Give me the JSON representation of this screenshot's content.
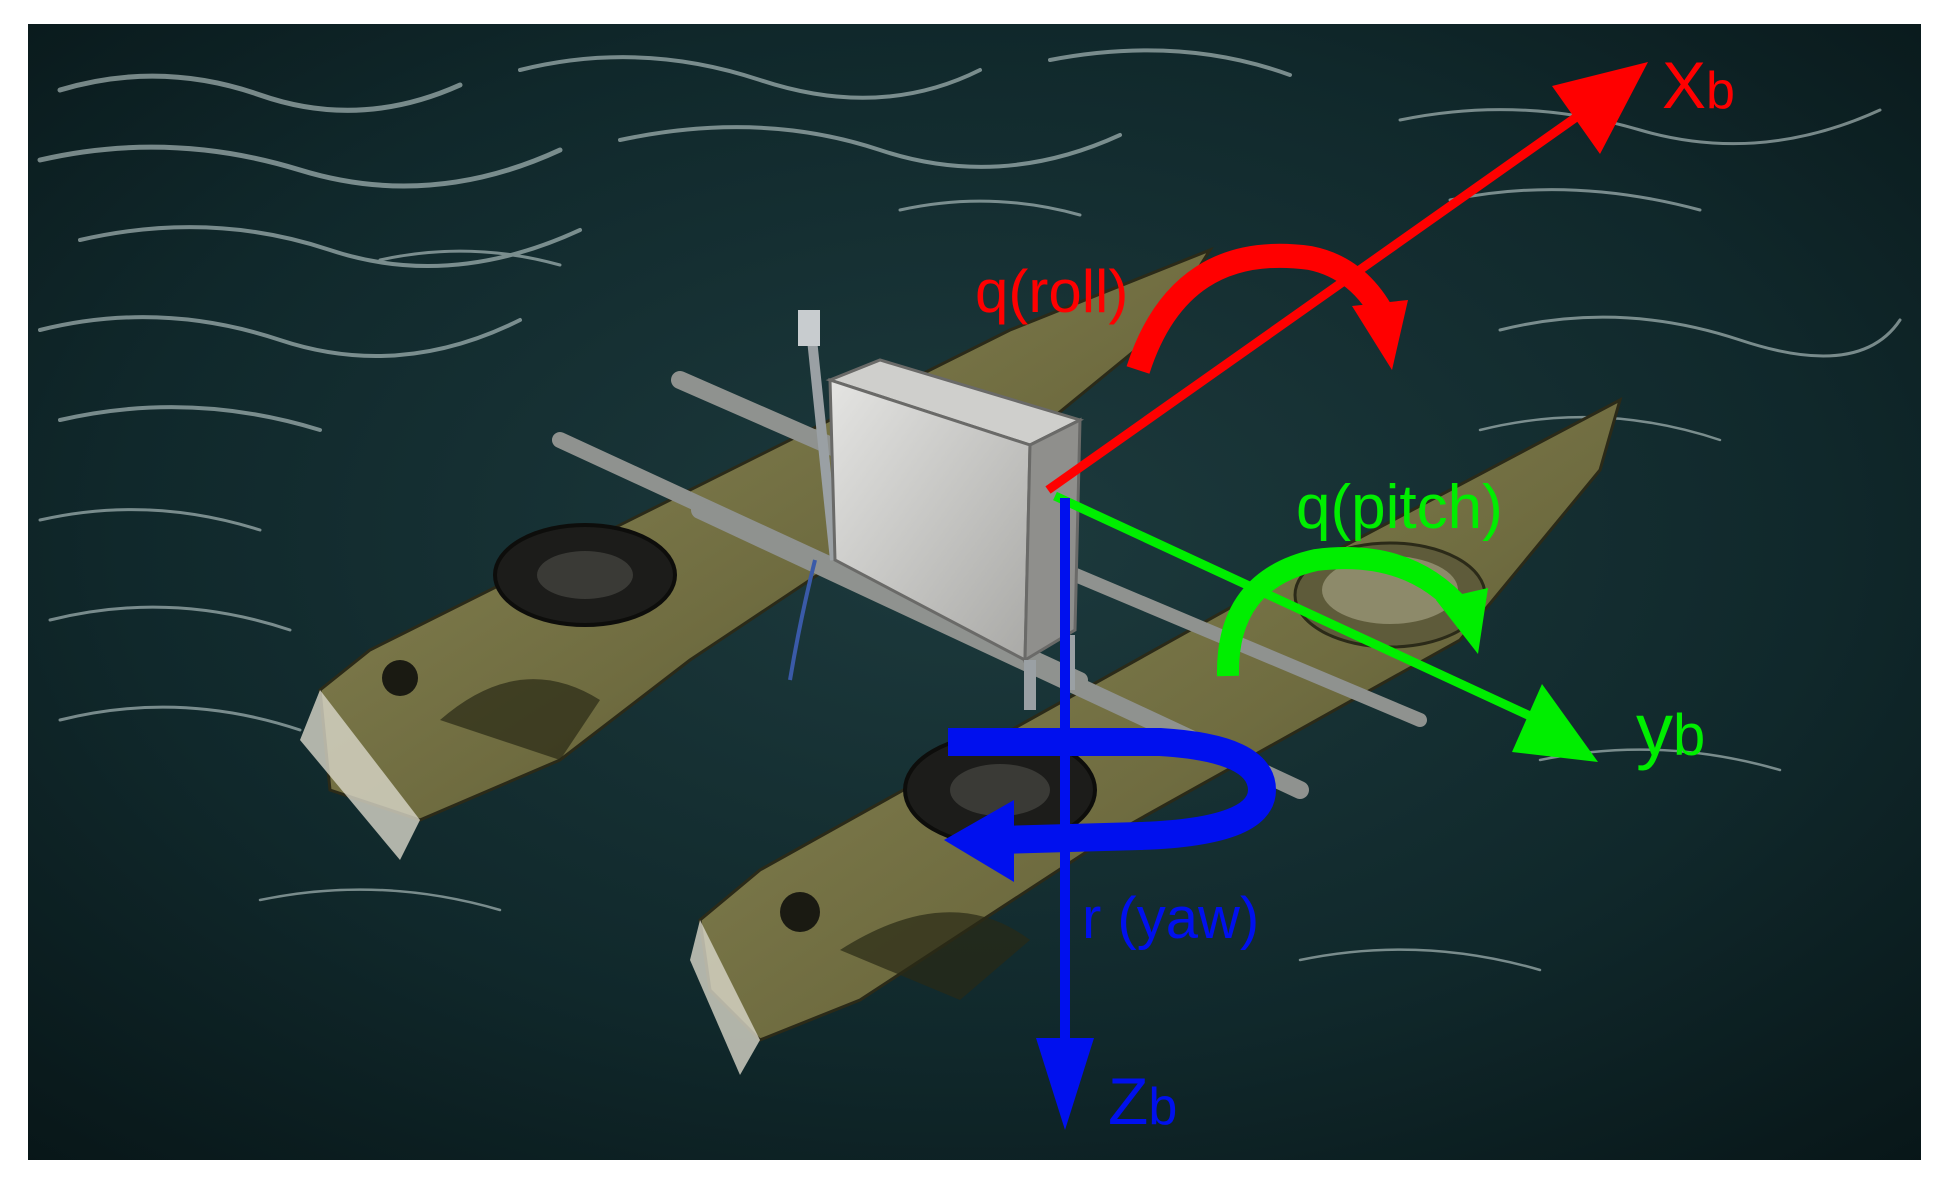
{
  "figure": {
    "colors": {
      "x_axis": "#ff0000",
      "y_axis": "#00ee00",
      "z_axis": "#0010ee",
      "water": "#0f2528",
      "hull": "#7a7648"
    },
    "axes": {
      "x": {
        "main": "X",
        "sub": "b"
      },
      "y": {
        "main": "y",
        "sub": "b"
      },
      "z": {
        "main": "Z",
        "sub": "b"
      }
    },
    "rotations": {
      "roll": "q(roll)",
      "pitch": "q(pitch)",
      "yaw": "r (yaw)"
    }
  }
}
